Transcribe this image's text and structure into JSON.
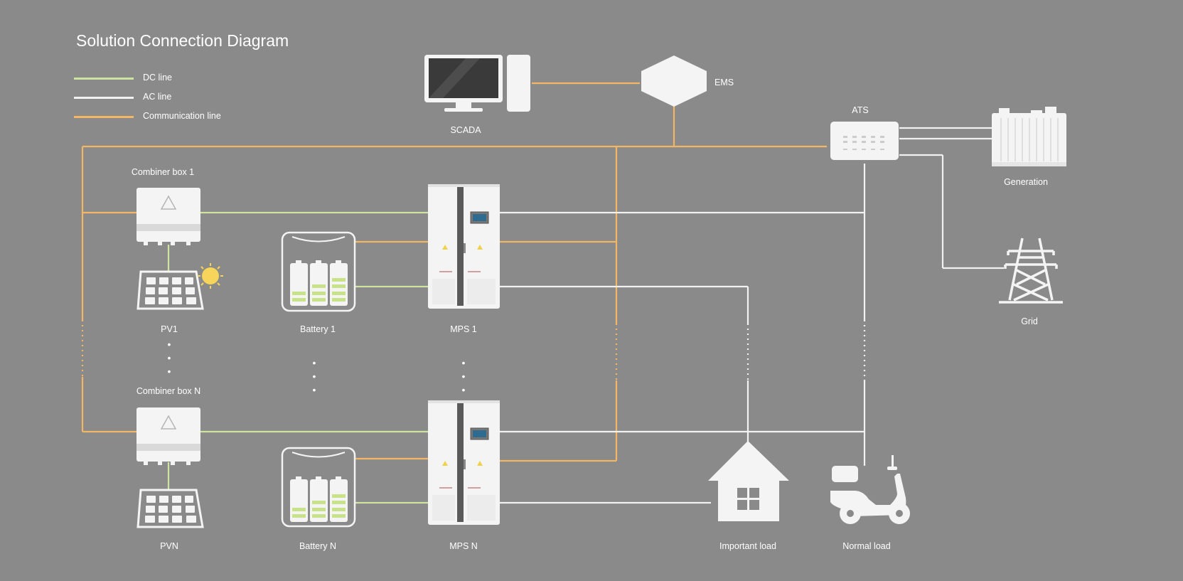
{
  "title": "Solution Connection Diagram",
  "legend": [
    {
      "label": "DC line",
      "color": "#cde3a0"
    },
    {
      "label": "AC line",
      "color": "#f2f2f2"
    },
    {
      "label": "Communication line",
      "color": "#f3b664"
    }
  ],
  "nodes": {
    "scada": "SCADA",
    "ems": "EMS",
    "ats": "ATS",
    "generation": "Generation",
    "grid": "Grid",
    "combiner_1": "Combiner box 1",
    "combiner_n": "Combiner box N",
    "pv_1": "PV1",
    "pv_n": "PVN",
    "battery_1": "Battery 1",
    "battery_n": "Battery N",
    "mps_1": "MPS 1",
    "mps_n": "MPS N",
    "important_load": "Important load",
    "normal_load": "Normal load"
  },
  "colors": {
    "background": "#8a8a8a",
    "device_white": "#f4f4f4",
    "battery_green": "#c8e28a",
    "warning_yellow": "#f0d24a",
    "sun": "#f6d55a"
  }
}
